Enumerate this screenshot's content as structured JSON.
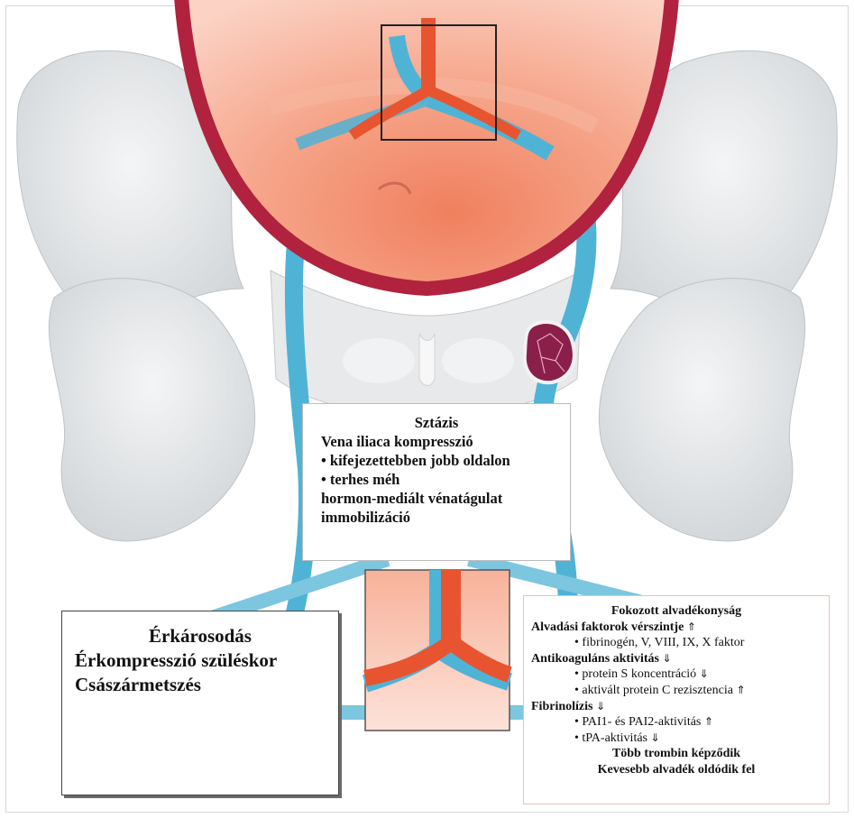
{
  "stasis": {
    "title": "Sztázis",
    "lines": [
      "Vena iliaca kompresszió",
      "• kifejezettebben jobb oldalon",
      "• terhes méh",
      "hormon-mediált vénatágulat",
      "immobilizáció"
    ]
  },
  "vessel_damage": {
    "title": "Érkárosodás",
    "lines": [
      "Érkompresszió szüléskor",
      "Császármetszés"
    ]
  },
  "hypercoagulability": {
    "title": "Fokozott alvadékonyság",
    "factors_heading": "Alvadási faktorok vérszintje",
    "factors_arrow": "⇑",
    "factors_item": "• fibrinogén, V, VIII, IX, X faktor",
    "anticoag_heading": "Antikoaguláns aktivitás",
    "anticoag_arrow": "⇓",
    "protein_s": "• protein S koncentráció",
    "protein_s_arrow": "⇓",
    "apc": "• aktivált protein C rezisztencia",
    "apc_arrow": "⇑",
    "fibrinolysis_heading": "Fibrinolízis",
    "fibrinolysis_arrow": "⇓",
    "pai": "• PAI1- és PAI2-aktivitás",
    "pai_arrow": "⇑",
    "tpa": "• tPA-aktivitás",
    "tpa_arrow": "⇓",
    "summary_1": "Több trombin képződik",
    "summary_2": "Kevesebb alvadék oldódik fel"
  },
  "colors": {
    "bone": "#e4e6e8",
    "uterus": "#f4a68a",
    "uterus_wall": "#b0223e",
    "vein": "#4fb3d6",
    "artery": "#e8542f",
    "triangle": "#7cc6e0",
    "clot": "#8a1f4a"
  }
}
